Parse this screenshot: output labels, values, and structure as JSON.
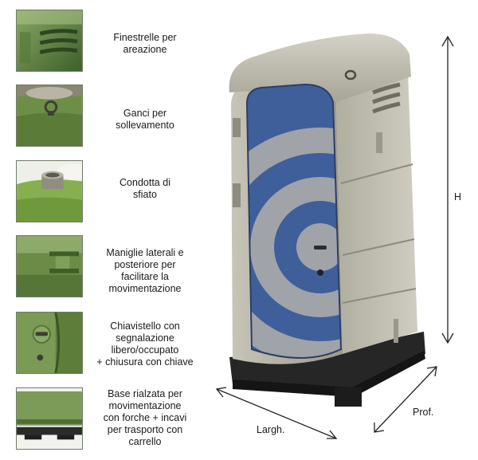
{
  "features": [
    {
      "id": "vents",
      "icon": "vent-slats-icon",
      "label": "Finestrelle per\nareazione"
    },
    {
      "id": "hooks",
      "icon": "lifting-hook-icon",
      "label": "Ganci per\nsollevamento"
    },
    {
      "id": "vent-pipe",
      "icon": "vent-pipe-icon",
      "label": "Condotta di\nsfiato"
    },
    {
      "id": "handles",
      "icon": "side-handle-icon",
      "label": "Maniglie laterali e\nposteriore per\nfacilitare la\nmovimentazione"
    },
    {
      "id": "latch",
      "icon": "door-latch-icon",
      "label": "Chiavistello con\nsegnalazione\nlibero/occupato\n+ chiusura con chiave"
    },
    {
      "id": "base",
      "icon": "raised-base-icon",
      "label": "Base rialzata per\nmovimentazione\ncon forche + incavi\nper trasporto con\ncarrello"
    }
  ],
  "dimensions": {
    "height_label": "H",
    "width_label": "Largh.",
    "depth_label": "Prof."
  },
  "colors": {
    "cabin_gray": "#a9a79a",
    "door_blue": "#3e5f9a",
    "detail_green": "#6f9049",
    "base_black": "#262626"
  }
}
